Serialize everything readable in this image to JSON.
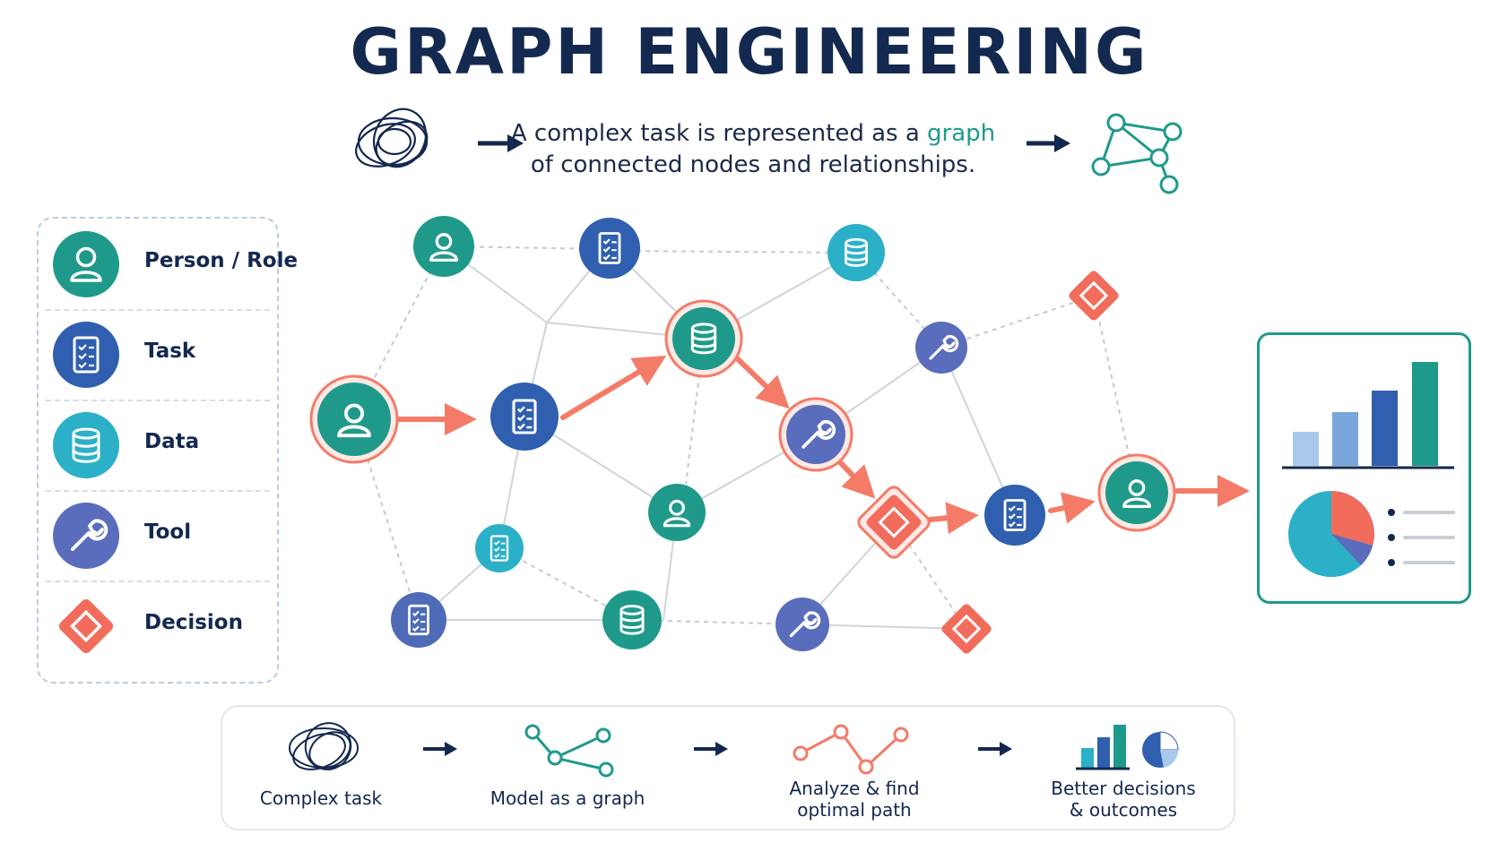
{
  "title": "GRAPH ENGINEERING",
  "subtitle": {
    "part1": "A complex task is represented as a ",
    "highlight": "graph",
    "part2": "of connected nodes and relationships."
  },
  "legend": [
    {
      "label": "Person / Role",
      "icon": "person-icon"
    },
    {
      "label": "Task",
      "icon": "task-list-icon"
    },
    {
      "label": "Data",
      "icon": "database-icon"
    },
    {
      "label": "Tool",
      "icon": "wrench-icon"
    },
    {
      "label": "Decision",
      "icon": "decision-diamond-icon"
    }
  ],
  "process_steps": [
    {
      "label": "Complex task",
      "icon": "scribble-icon"
    },
    {
      "label": "Model as a graph",
      "icon": "graph-icon"
    },
    {
      "label": "Analyze & find\noptimal path",
      "icon": "path-icon"
    },
    {
      "label": "Better decisions\n& outcomes",
      "icon": "chart-icon"
    }
  ],
  "colors": {
    "title": "#13294f",
    "person": "#1f9a8a",
    "task": "#2f5fae",
    "data": "#2bb0c8",
    "tool": "#5a6dbd",
    "decision": "#f26c5c",
    "path": "#f47b68",
    "dashboard_border": "#1f9a8a"
  }
}
